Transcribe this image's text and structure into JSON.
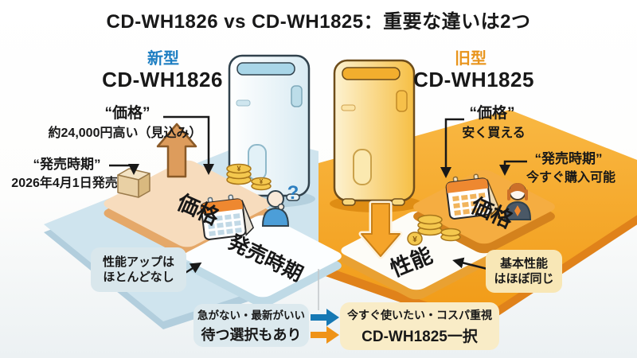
{
  "title": "CD-WH1826 vs CD-WH1825：重要な違いは2つ",
  "new_model": {
    "badge": "新型",
    "name": "CD-WH1826",
    "price_label": "“価格”",
    "price_detail": "約24,000円高い（見込み）",
    "release_label": "“発売時期”",
    "release_detail": "2026年4月1日発売",
    "note_line1": "性能アップは",
    "note_line2": "ほとんどなし",
    "tile_price": "価格",
    "tile_release": "発売時期",
    "question_mark": "?"
  },
  "old_model": {
    "badge": "旧型",
    "name": "CD-WH1825",
    "price_label": "“価格”",
    "price_detail": "安く買える",
    "release_label": "“発売時期”",
    "release_detail": "今すぐ購入可能",
    "note_line1": "基本性能",
    "note_line2": "はほぼ同じ",
    "tile_performance": "性能",
    "tile_price": "価格"
  },
  "conclusion": {
    "wait_line1": "急がない・最新がいい",
    "wait_line2": "待つ選択もあり",
    "now_line1": "今すぐ使いたい・コスパ重視",
    "now_line2": "CD-WH1825一択"
  },
  "colors": {
    "new_badge": "#1d7ec2",
    "old_badge": "#e8941c",
    "new_floor": "#cfe4ee",
    "old_floor": "#f6a82b",
    "blue_arrow": "#1678b4",
    "orange_arrow": "#ef9318",
    "question_mark": "#2d7fc0"
  }
}
